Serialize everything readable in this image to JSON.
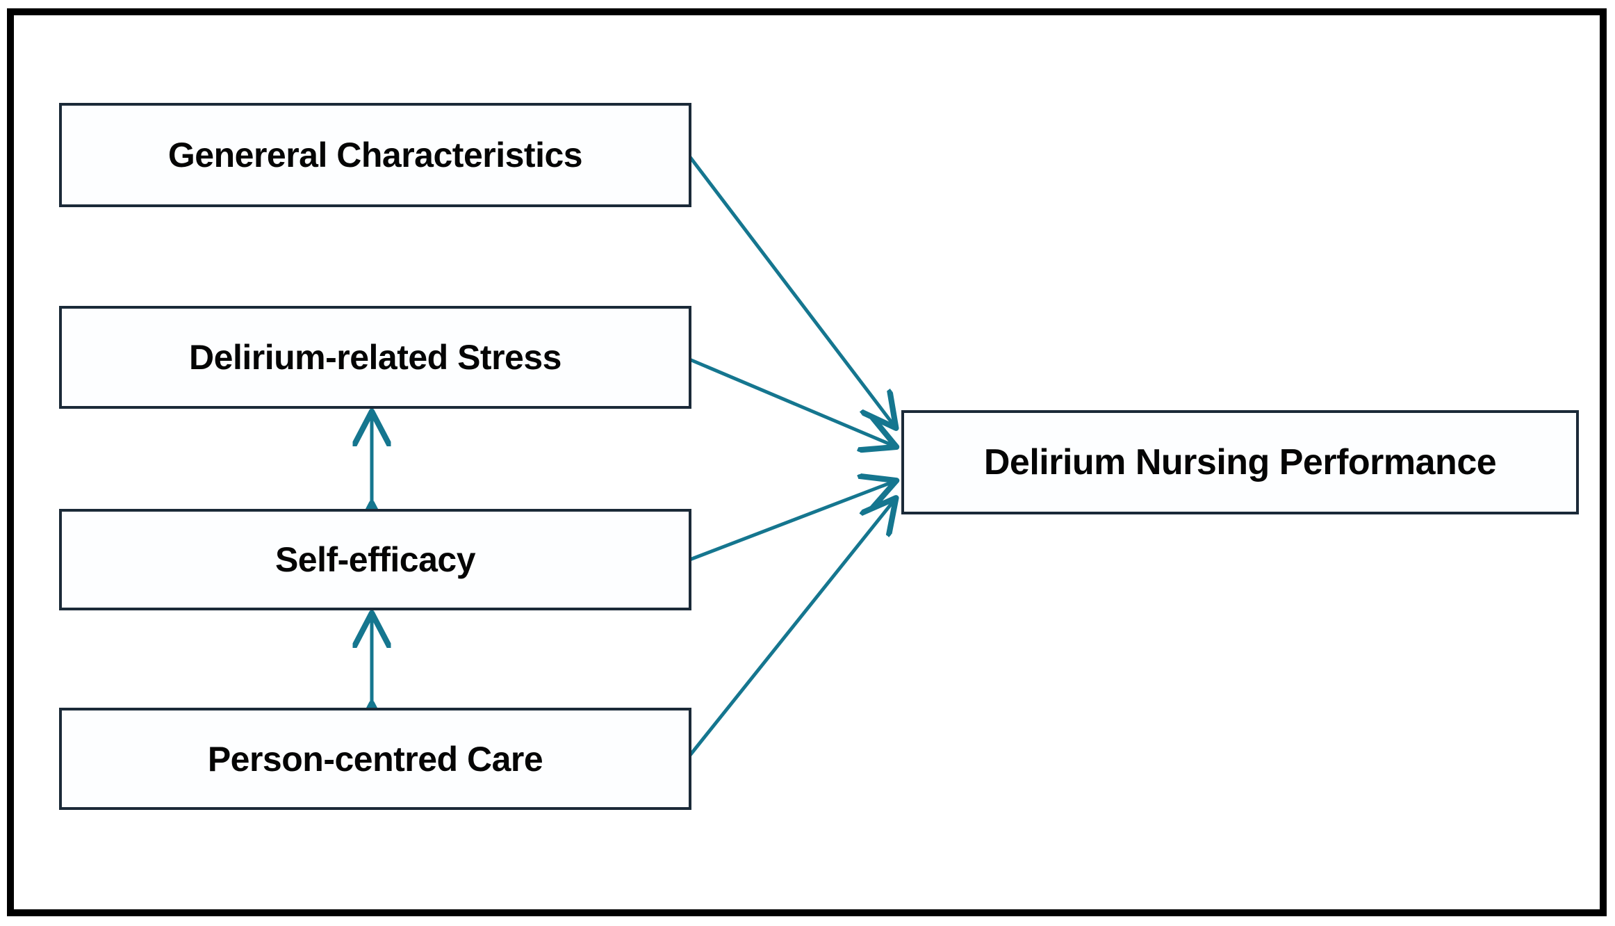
{
  "diagram": {
    "type": "conceptual-framework",
    "title": "Delirium Nursing Performance Conceptual Framework",
    "colors": {
      "frame": "#000000",
      "box_border": "#1b2a38",
      "box_fill": "#fdfeff",
      "arrow": "#15768f",
      "text": "#050505"
    },
    "predictor_boxes": [
      {
        "id": "general",
        "label": "Genereral Characteristics"
      },
      {
        "id": "stress",
        "label": "Delirium-related Stress"
      },
      {
        "id": "selfefficacy",
        "label": "Self-efficacy"
      },
      {
        "id": "personcentred",
        "label": "Person-centred Care"
      }
    ],
    "outcome_box": {
      "id": "performance",
      "label": "Delirium Nursing Performance"
    },
    "directed_arrows": [
      {
        "from": "general",
        "to": "performance",
        "style": "single-headed"
      },
      {
        "from": "stress",
        "to": "performance",
        "style": "single-headed"
      },
      {
        "from": "selfefficacy",
        "to": "performance",
        "style": "single-headed"
      },
      {
        "from": "personcentred",
        "to": "performance",
        "style": "single-headed"
      }
    ],
    "bidirectional_arrows": [
      {
        "between": [
          "stress",
          "selfefficacy"
        ],
        "style": "double-headed"
      },
      {
        "between": [
          "selfefficacy",
          "personcentred"
        ],
        "style": "double-headed"
      }
    ]
  }
}
